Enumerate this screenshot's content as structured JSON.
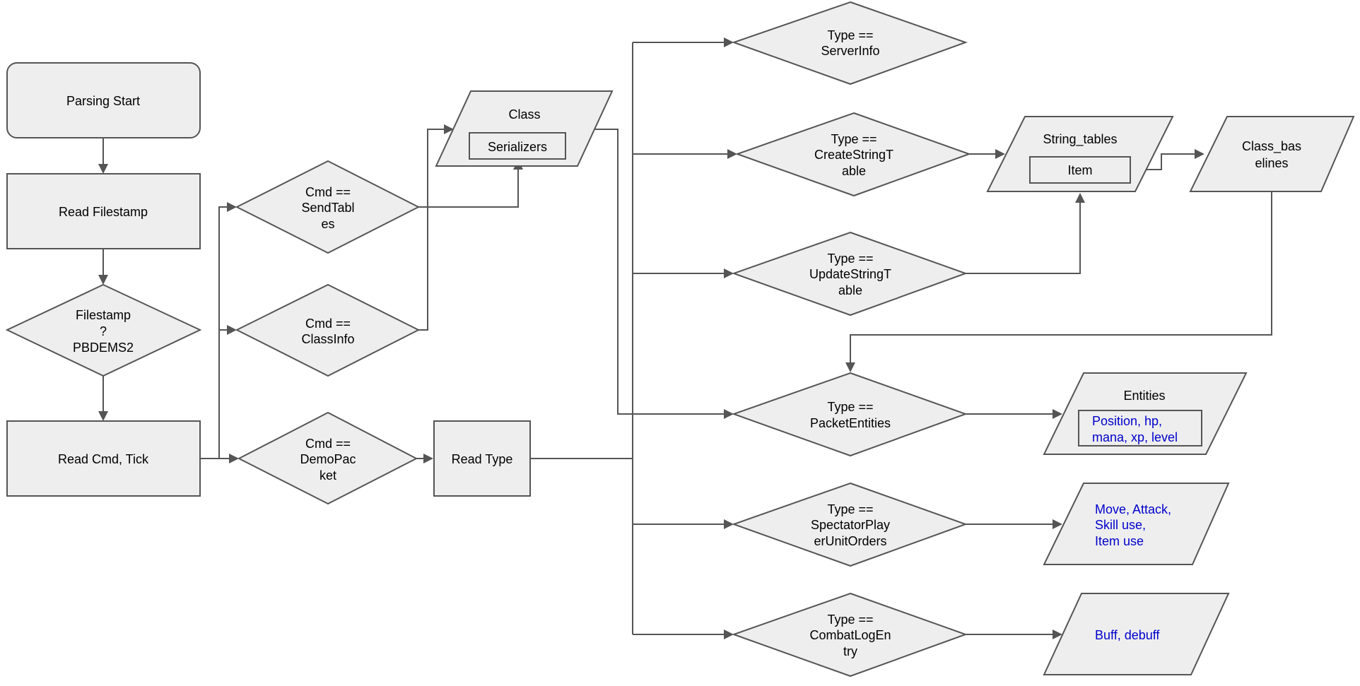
{
  "colors": {
    "shape_fill": "#eeeeee",
    "stroke": "#555555",
    "text": "#000000",
    "highlight_text": "#0000cc"
  },
  "nodes": {
    "parsing_start": [
      "Parsing Start"
    ],
    "read_filestamp": [
      "Read Filestamp"
    ],
    "filestamp_check": [
      "Filestamp",
      "?",
      "PBDEMS2"
    ],
    "read_cmd_tick": [
      "Read Cmd, Tick"
    ],
    "cmd_sendtables": [
      "Cmd ==",
      "SendTabl",
      "es"
    ],
    "cmd_classinfo": [
      "Cmd ==",
      "ClassInfo"
    ],
    "cmd_demopacket": [
      "Cmd ==",
      "DemoPac",
      "ket"
    ],
    "read_type": [
      "Read Type"
    ],
    "class_data": [
      "Class"
    ],
    "serializers": [
      "Serializers"
    ],
    "type_serverinfo": [
      "Type ==",
      "ServerInfo"
    ],
    "type_createstringtable": [
      "Type ==",
      "CreateStringT",
      "able"
    ],
    "type_updatestringtable": [
      "Type ==",
      "UpdateStringT",
      "able"
    ],
    "type_packetentities": [
      "Type ==",
      "PacketEntities"
    ],
    "type_spectatorplayerunitorders": [
      "Type ==",
      "SpectatorPlay",
      "erUnitOrders"
    ],
    "type_combatlogentry": [
      "Type ==",
      "CombatLogEn",
      "try"
    ],
    "string_tables": [
      "String_tables"
    ],
    "item": [
      "Item"
    ],
    "class_baselines": [
      "Class_bas",
      "elines"
    ],
    "entities": [
      "Entities"
    ],
    "entities_fields": [
      "Position, hp,",
      "mana, xp, level"
    ],
    "unit_orders": [
      "Move, Attack,",
      "Skill use,",
      "Item use"
    ],
    "combat_log": [
      "Buff, debuff"
    ]
  }
}
